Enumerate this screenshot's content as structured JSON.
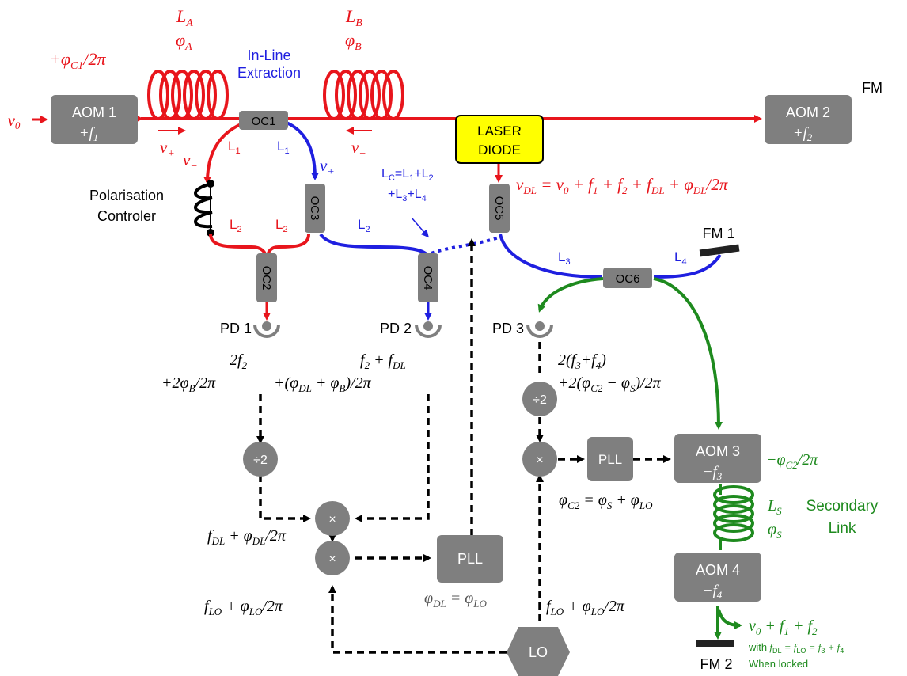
{
  "colors": {
    "red": "#e8151c",
    "blue": "#1f1fe0",
    "green": "#1e8a1e",
    "gray_box": "#7f7f7f",
    "laser_fill": "#ffff00",
    "black": "#000000"
  },
  "boxes": {
    "aom1_l1": "AOM 1",
    "aom1_l2": "+f",
    "aom2_l1": "AOM 2",
    "aom2_l2": "+f",
    "aom3_l1": "AOM 3",
    "aom3_l2": "−f",
    "aom4_l1": "AOM 4",
    "aom4_l2": "−f",
    "laser_l1": "LASER",
    "laser_l2": "DIODE",
    "pll_a": "PLL",
    "pll_b": "PLL",
    "lo": "LO"
  },
  "couplers": {
    "oc1": "OC1",
    "oc2": "OC2",
    "oc3": "OC3",
    "oc4": "OC4",
    "oc5": "OC5",
    "oc6": "OC6"
  },
  "ops": {
    "div_a": "÷2",
    "div_b": "÷2",
    "mix_a": "×",
    "mix_b": "×",
    "mix_c": "×"
  },
  "labels": {
    "fm": "FM",
    "fm1": "FM 1",
    "fm2": "FM 2",
    "pd1": "PD 1",
    "pd2": "PD 2",
    "pd3": "PD 3",
    "inline_1": "In-Line",
    "inline_2": "Extraction",
    "pol_1": "Polarisation",
    "pol_2": "Controler",
    "secondary_1": "Secondary",
    "secondary_2": "Link",
    "lc_1": "L",
    "lc_1b": "=L",
    "lc_1c": "+L",
    "lc_2": "+L",
    "lc_2b": "+L",
    "with_locked": "with",
    "when_locked": "When locked",
    "L1_red": "L",
    "L1_blue": "L",
    "L2_a": "L",
    "L2_b": "L",
    "L2_c": "L",
    "L3": "L",
    "L4": "L"
  },
  "formulas": {
    "nu0": "ν",
    "phi_c1": "+φ",
    "LA": "L",
    "phiA": "φ",
    "LB": "L",
    "phiB": "φ",
    "nu_plus_a": "ν",
    "nu_minus_a": "ν",
    "nu_minus_b": "ν",
    "nu_plus_b": "ν",
    "nu_dl": "ν",
    "pd1_l1": "2f",
    "pd1_l2": "+2φ",
    "pd2_l1": "f",
    "pd2_l2": "+(φ",
    "pd3_l1": "2(f",
    "pd3_l2": "+2(φ",
    "fdl": "f",
    "flo_left": "f",
    "flo_right": "f",
    "phi_dl_eq": "φ",
    "phi_c2_eq": "φ",
    "aom3_phase": "−φ",
    "LS": "L",
    "phiS": "φ",
    "out_nu": "ν"
  }
}
